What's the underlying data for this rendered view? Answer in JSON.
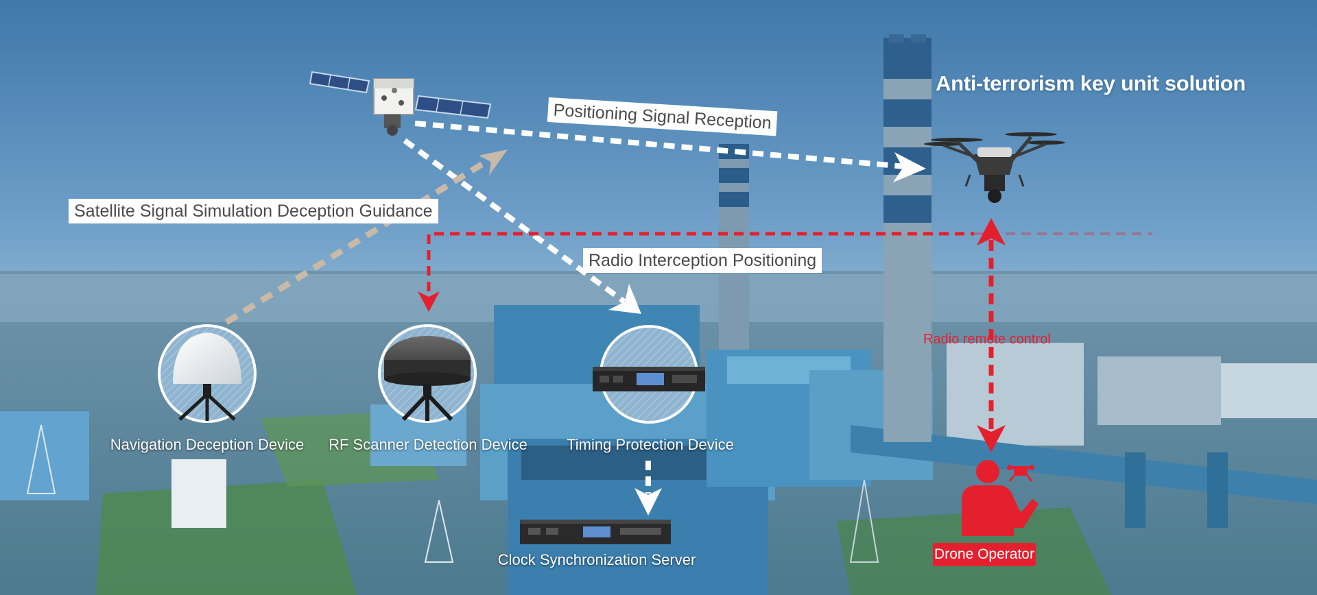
{
  "title": "Anti-terrorism key unit solution",
  "labels": {
    "positioning_reception": "Positioning Signal Reception",
    "deception_guidance": "Satellite Signal Simulation Deception Guidance",
    "radio_interception": "Radio Interception Positioning",
    "radio_remote": "Radio remote control",
    "operator": "Drone Operator"
  },
  "devices": {
    "navigation": "Navigation Deception Device",
    "rf_scanner": "RF Scanner Detection Device",
    "timing": "Timing Protection Device",
    "clock": "Clock Synchronization Server"
  },
  "icons": [
    "satellite-icon",
    "drone-icon",
    "antenna-dome-icon",
    "radar-antenna-icon",
    "rack-device-icon",
    "operator-icon"
  ],
  "colors": {
    "sky": "#5f8fb8",
    "accent_red": "#e5202e",
    "arrow_white": "#ffffff",
    "arrow_tan": "#c8b9a8"
  }
}
